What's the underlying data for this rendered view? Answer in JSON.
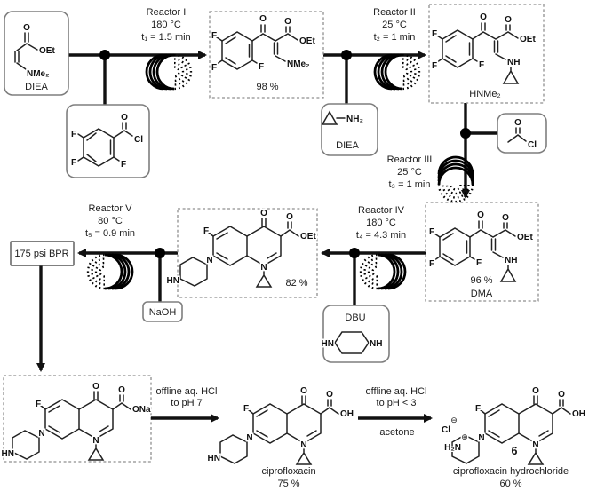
{
  "reactors": [
    {
      "name": "Reactor I",
      "temp": "180 °C",
      "time": "t₁ = 1.5 min"
    },
    {
      "name": "Reactor II",
      "temp": "25 °C",
      "time": "t₂ = 1 min"
    },
    {
      "name": "Reactor III",
      "temp": "25 °C",
      "time": "t₃ = 1 min"
    },
    {
      "name": "Reactor IV",
      "temp": "180 °C",
      "time": "t₄ = 4.3 min"
    },
    {
      "name": "Reactor V",
      "temp": "80 °C",
      "time": "t₅ = 0.9 min"
    }
  ],
  "boxes": {
    "diea": {
      "o": "O",
      "oet": "OEt",
      "nme2": "NMe₂",
      "label": "DIEA"
    },
    "acyl_chloride": {
      "f1": "F",
      "f2": "F",
      "f3": "F",
      "o": "O",
      "cl": "Cl"
    },
    "cyclopropylamine": {
      "nh2": "NH₂",
      "label": "DIEA"
    },
    "acetyl_chloride": {
      "o": "O",
      "cl": "Cl"
    },
    "naoh": {
      "label": "NaOH"
    },
    "dbu": {
      "label": "DBU",
      "hn": "HN",
      "nh": "NH"
    },
    "bpr": {
      "label": "175 psi BPR"
    }
  },
  "intermediates": {
    "enaminone_nme2": {
      "f1": "F",
      "f2": "F",
      "f3": "F",
      "o1": "O",
      "o2": "O",
      "oet": "OEt",
      "n": "NMe₂",
      "yield": "98 %"
    },
    "enaminone_cp": {
      "f1": "F",
      "f2": "F",
      "f3": "F",
      "o1": "O",
      "o2": "O",
      "oet": "OEt",
      "n": "NH",
      "label": "HNMe₂"
    },
    "enaminone_dma": {
      "f1": "F",
      "f2": "F",
      "f3": "F",
      "o1": "O",
      "o2": "O",
      "oet": "OEt",
      "n": "NH",
      "yield": "96 %",
      "solvent": "DMA"
    },
    "quinolone_ester": {
      "f": "F",
      "o1": "O",
      "o2": "O",
      "or": "OEt",
      "n_pip": "N",
      "hn": "HN",
      "n_ring": "N",
      "yield": "82 %"
    },
    "quinolone_na": {
      "f": "F",
      "o1": "O",
      "o2": "O",
      "or": "ONa",
      "n_pip": "N",
      "hn": "HN",
      "n_ring": "N"
    }
  },
  "workups": {
    "neutralize": {
      "line1": "offline aq. HCl",
      "line2": "to pH 7"
    },
    "acidify": {
      "line1": "offline aq. HCl",
      "line2": "to pH < 3",
      "solvent": "acetone"
    }
  },
  "products": {
    "ciprofloxacin": {
      "f": "F",
      "o1": "O",
      "o2": "O",
      "or": "OH",
      "n_pip": "N",
      "hn": "HN",
      "n_ring": "N",
      "name": "ciprofloxacin",
      "yield": "75 %"
    },
    "cipro_hcl": {
      "f": "F",
      "o1": "O",
      "o2": "O",
      "or": "OH",
      "n_pip": "N",
      "n_ring": "N",
      "cl": "Cl",
      "minus": "⊖",
      "h2n": "H₂N",
      "plus": "⊕",
      "number": "6",
      "name": "ciprofloxacin hydrochloride",
      "yield": "60 %"
    }
  }
}
